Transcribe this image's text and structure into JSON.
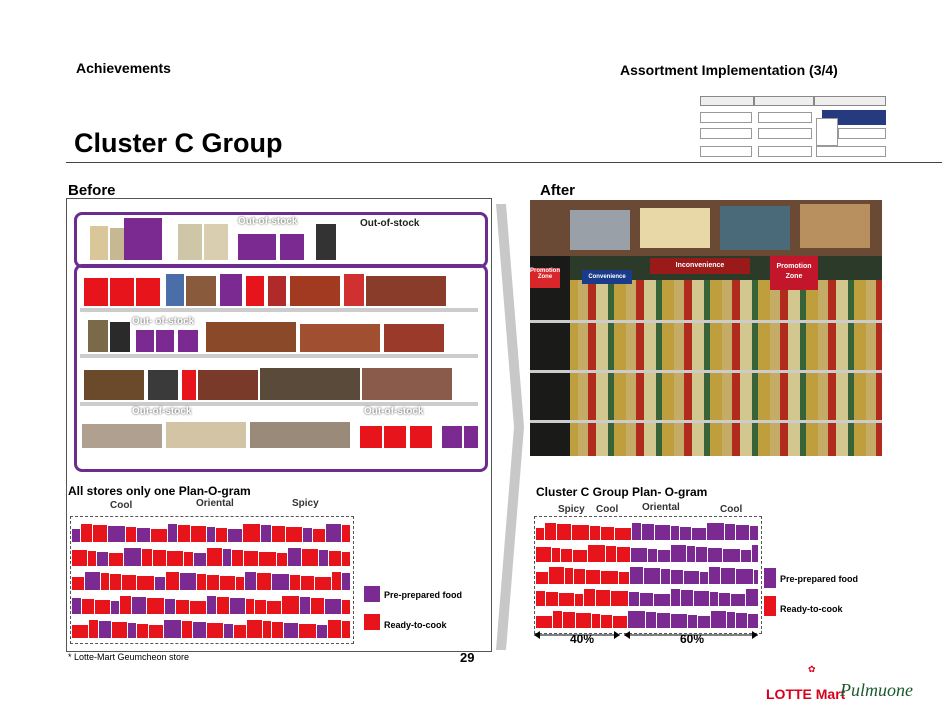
{
  "header": {
    "left": "Achievements",
    "right": "Assortment Implementation (3/4)"
  },
  "title": "Cluster C Group",
  "sections": {
    "before": "Before",
    "after": "After"
  },
  "before_photo": {
    "oos_labels": [
      "Out-of-stock",
      "Out-of-stock",
      "Out- of-stock",
      "Out-of-stock",
      "Out-of-stock"
    ]
  },
  "before_plan": {
    "title": "All stores only one Plan-O-gram",
    "categories": [
      "Cool",
      "Oriental",
      "Spicy"
    ]
  },
  "after_plan": {
    "title": "Cluster C Group  Plan- O-gram",
    "categories": [
      "Spicy",
      "Cool",
      "Oriental",
      "Cool"
    ],
    "split": [
      "40%",
      "60%"
    ]
  },
  "after_photo": {
    "signs": [
      "Promotion Zone",
      "Convenience",
      "Inconvenience",
      "Promotion Zone"
    ]
  },
  "legend": {
    "items": [
      {
        "label": "Pre-prepared food",
        "color": "#7b2a91"
      },
      {
        "label": "Ready-to-cook",
        "color": "#e8141c"
      }
    ]
  },
  "colors": {
    "purple": "#7b2a91",
    "red": "#e8141c",
    "frame": "#6a2d8f"
  },
  "footnote": "* Lotte-Mart  Geumcheon store",
  "page_number": "29",
  "logos": {
    "lotte_mart": "LOTTE Mart",
    "pulmuone": "Pulmuone"
  }
}
